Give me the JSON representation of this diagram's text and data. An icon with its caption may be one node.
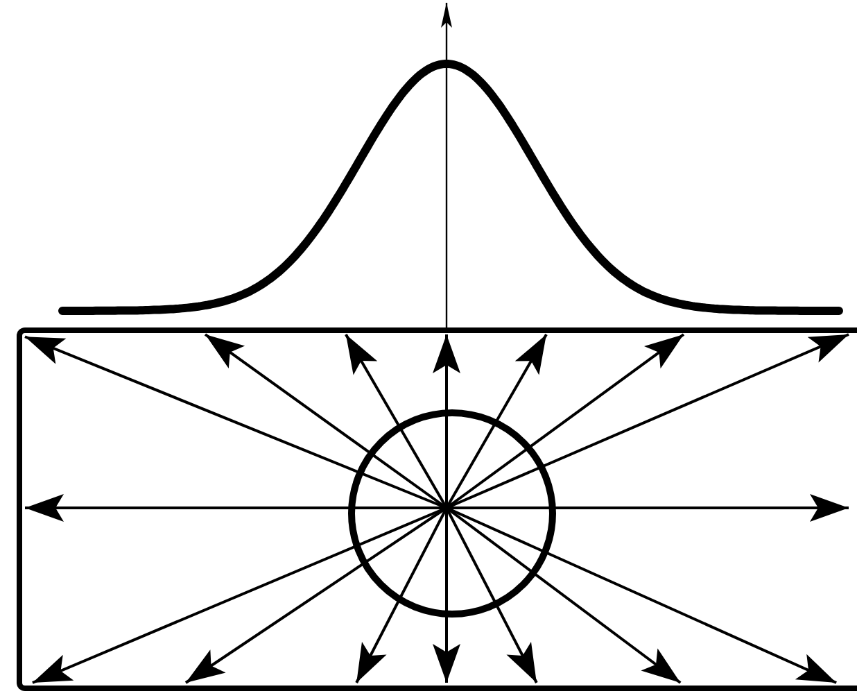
{
  "diagram": {
    "nodes": [
      {
        "text": [],
        "shape": "box"
      },
      {
        "text": [],
        "shape": "circle",
        "in": 0
      }
    ],
    "edges": [
      {
        "from": 1,
        "to": 0,
        "arrow": "to"
      },
      {
        "from": 1,
        "to": 0,
        "arrow": "to"
      },
      {
        "from": 1,
        "to": 0,
        "arrow": "to"
      },
      {
        "from": 1,
        "to": 0,
        "arrow": "to"
      },
      {
        "from": 1,
        "to": 0,
        "arrow": "to"
      },
      {
        "from": 1,
        "to": 0,
        "arrow": "to"
      },
      {
        "from": 1,
        "to": 0,
        "arrow": "to"
      },
      {
        "from": 1,
        "to": 0,
        "arrow": "to"
      },
      {
        "from": 1,
        "to": 0,
        "arrow": "to"
      },
      {
        "from": 1,
        "to": 0,
        "arrow": "to"
      },
      {
        "from": 1,
        "to": 0,
        "arrow": "to"
      },
      {
        "from": 1,
        "to": 0,
        "arrow": "to"
      },
      {
        "from": 1,
        "to": 0,
        "arrow": "to"
      },
      {
        "from": 1,
        "to": 0,
        "arrow": "to"
      },
      {
        "from": 1,
        "to": 0,
        "arrow": "to"
      },
      {
        "from": 1,
        "to": 0,
        "arrow": "to"
      }
    ]
  }
}
